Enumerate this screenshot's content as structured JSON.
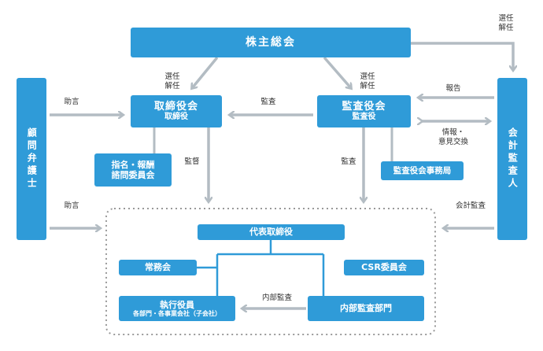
{
  "boxes": {
    "shareholders": "株主総会",
    "board": "取締役会",
    "board_sub": "取締役",
    "audit_board": "監査役会",
    "audit_board_sub": "監査役",
    "nomination_line1": "指名・報酬",
    "nomination_line2": "諮問委員会",
    "audit_office": "監査役会事務局",
    "legal_advisor": "顧問弁護士",
    "accounting_auditor": "会計監査人",
    "representative": "代表取締役",
    "executive_committee": "常務会",
    "csr_committee": "CSR委員会",
    "officers": "執行役員",
    "officers_sub": "各部門・各事業会社（子会社）",
    "internal_audit_dept": "内部監査部門"
  },
  "labels": {
    "elect_left_1": "選任",
    "elect_left_2": "解任",
    "elect_mid_1": "選任",
    "elect_mid_2": "解任",
    "elect_right_1": "選任",
    "elect_right_2": "解任",
    "advice_top": "助言",
    "advice_bottom": "助言",
    "audit_arrow": "監査",
    "supervise": "監督",
    "audit_down": "監査",
    "report": "報告",
    "info_1": "情報・",
    "info_2": "意見交換",
    "accounting_audit": "会計監査",
    "internal_audit": "内部監査"
  },
  "colors": {
    "box": "#2f9bd8",
    "arrow": "#b3bcc3",
    "dotted_border": "#999999"
  }
}
